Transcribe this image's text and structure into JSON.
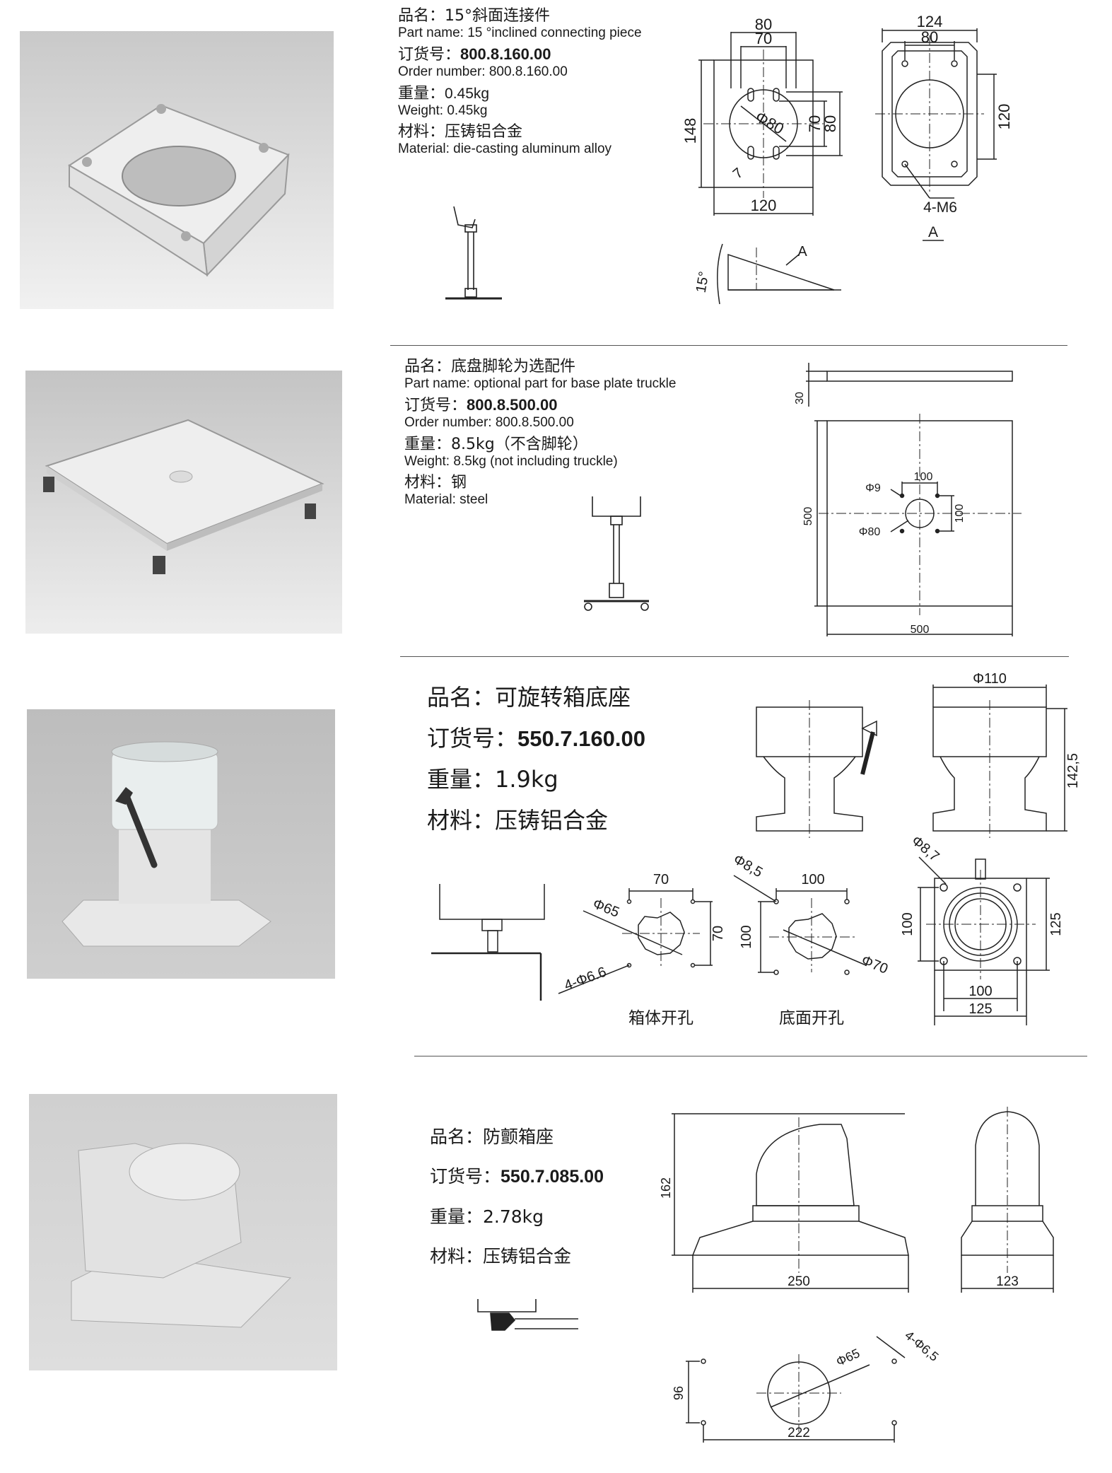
{
  "parts": [
    {
      "name_cn": "品名：15°斜面连接件",
      "name_en": "Part name: 15 °inclined connecting piece",
      "order_cn_label": "订货号：",
      "order_no": "800.8.160.00",
      "order_en": "Order number: 800.8.160.00",
      "weight_cn_label": "重量：",
      "weight_cn_value": "0.45kg",
      "weight_en": "Weight: 0.45kg",
      "material_cn": "材料：压铸铝合金",
      "material_en": "Material: die-casting aluminum alloy",
      "dims": {
        "d80": "80",
        "d70": "70",
        "d124": "124",
        "d80b": "80",
        "d148": "148",
        "d70v": "70",
        "d80v": "80",
        "d120v": "120",
        "d120": "120",
        "phi80": "Φ80",
        "d7": "7",
        "m6": "4-M6",
        "a": "A",
        "a2": "A",
        "deg": "15°"
      }
    },
    {
      "name_cn": "品名：底盘脚轮为选配件",
      "name_en": "Part name: optional part for base plate truckle",
      "order_cn_label": "订货号：",
      "order_no": "800.8.500.00",
      "order_en": "Order number: 800.8.500.00",
      "weight_cn_label": "重量：",
      "weight_cn_value": "8.5kg（不含脚轮）",
      "weight_en": "Weight: 8.5kg (not including truckle)",
      "material_cn": "材料：钢",
      "material_en": "Material: steel",
      "dims": {
        "d30": "30",
        "d500v": "500",
        "d500h": "500",
        "phi9": "Φ9",
        "phi80": "Φ80",
        "d100h": "100",
        "d100v": "100"
      }
    },
    {
      "name_cn": "品名：可旋转箱底座",
      "order_cn_label": "订货号：",
      "order_no": "550.7.160.00",
      "weight_cn": "重量：1.9kg",
      "material_cn": "材料：压铸铝合金",
      "caption_box": "箱体开孔",
      "caption_base": "底面开孔",
      "dims": {
        "phi110": "Φ110",
        "h1425": "142,5",
        "d70": "70",
        "d70v": "70",
        "phi65": "Φ65",
        "m66": "4-Φ6.6",
        "phi85": "Φ8,5",
        "d100": "100",
        "d100v": "100",
        "phi70": "Φ70",
        "phi87": "Φ8,7",
        "d100b": "100",
        "d125": "125",
        "d100c": "100",
        "d125v": "125"
      }
    },
    {
      "name_cn": "品名：防颤箱座",
      "order_cn_label": "订货号：",
      "order_no": "550.7.085.00",
      "weight_cn": "重量：2.78kg",
      "material_cn": "材料：压铸铝合金",
      "dims": {
        "d162": "162",
        "d250": "250",
        "d123": "123",
        "d96": "96",
        "d222": "222",
        "phi65": "Φ65",
        "m65": "4-Φ6,5"
      }
    }
  ]
}
